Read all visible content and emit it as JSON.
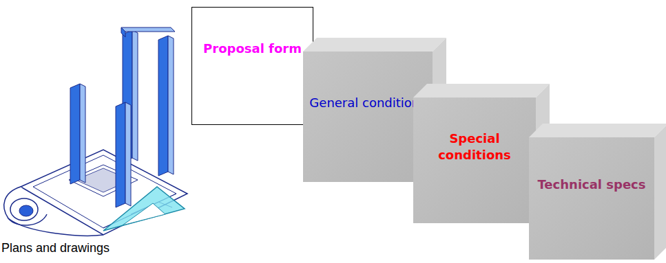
{
  "diagram": {
    "nodes": [
      {
        "text": [
          "Proposal form"
        ]
      },
      {
        "text": [
          "General conditions"
        ]
      },
      {
        "text": [
          "Special conditions"
        ]
      },
      {
        "text": [
          "Technical specs"
        ]
      }
    ],
    "labels": [
      "Plans and drawings"
    ]
  }
}
